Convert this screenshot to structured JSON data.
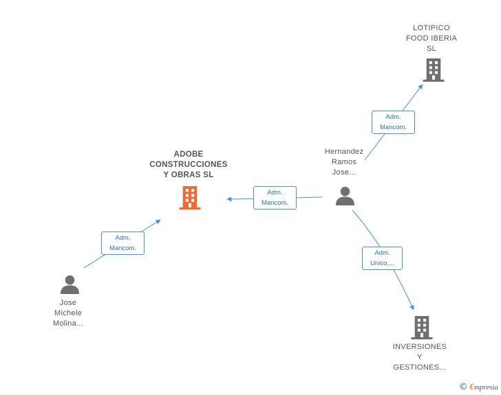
{
  "nodes": {
    "adobe": {
      "lines": [
        "ADOBE",
        "CONSTRUCCIONES",
        "Y OBRAS SL"
      ],
      "icon": "building-icon",
      "color": "#f06a35"
    },
    "lotipico": {
      "lines": [
        "LOTIPICO",
        "FOOD IBERIA",
        "SL"
      ],
      "icon": "building-icon",
      "color": "#6f6f6f"
    },
    "inversiones": {
      "lines": [
        "INVERSIONES",
        "Y",
        "GESTIONES..."
      ],
      "icon": "building-icon",
      "color": "#6f6f6f"
    },
    "hernandez": {
      "lines": [
        "Hernandez",
        "Ramos",
        "Jose..."
      ],
      "icon": "person-icon",
      "color": "#6f6f6f"
    },
    "jose": {
      "lines": [
        "Jose",
        "Michele",
        "Molina..."
      ],
      "icon": "person-icon",
      "color": "#6f6f6f"
    }
  },
  "edges": {
    "hernandez_lotipico": [
      "Adm.",
      "Mancom."
    ],
    "hernandez_adobe": [
      "Adm.",
      "Mancom."
    ],
    "jose_adobe": [
      "Adm.",
      "Mancom."
    ],
    "hernandez_inversiones": [
      "Adm.",
      "Unico,..."
    ]
  },
  "colors": {
    "edge": "#4a90d9",
    "label_text": "#2f6fb5"
  },
  "footer": {
    "copyright": "©",
    "brand_initial": "€",
    "brand": "mpresia"
  }
}
